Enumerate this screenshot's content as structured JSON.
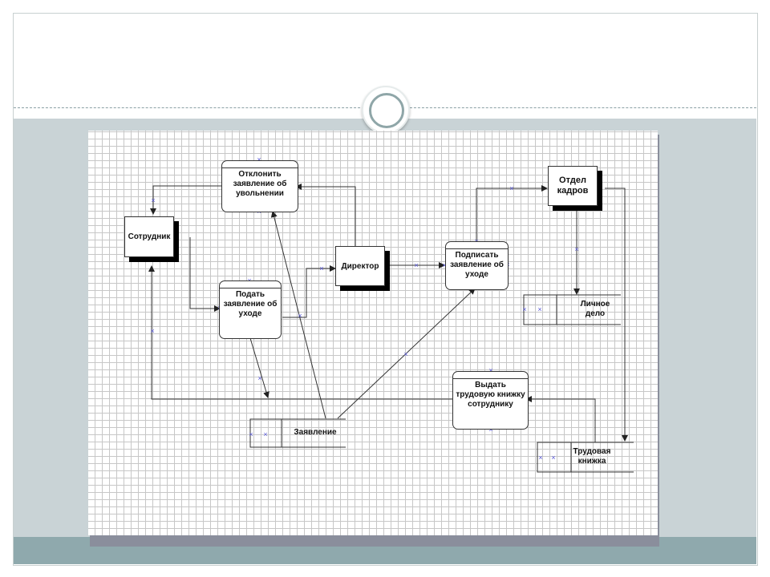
{
  "diagram": {
    "entities": {
      "employee": "Сотрудник",
      "director": "Директор",
      "hr": "Отдел кадров"
    },
    "processes": {
      "reject": "Отклонить заявление об увольнении",
      "submit": "Подать заявление об уходе",
      "sign": "Подписать заявление об уходе",
      "issue": "Выдать трудовую книжку сотруднику"
    },
    "stores": {
      "application": "Заявление",
      "personal_file": "Личное дело",
      "workbook": "Трудовая книжка"
    },
    "connector_mark": "×"
  }
}
